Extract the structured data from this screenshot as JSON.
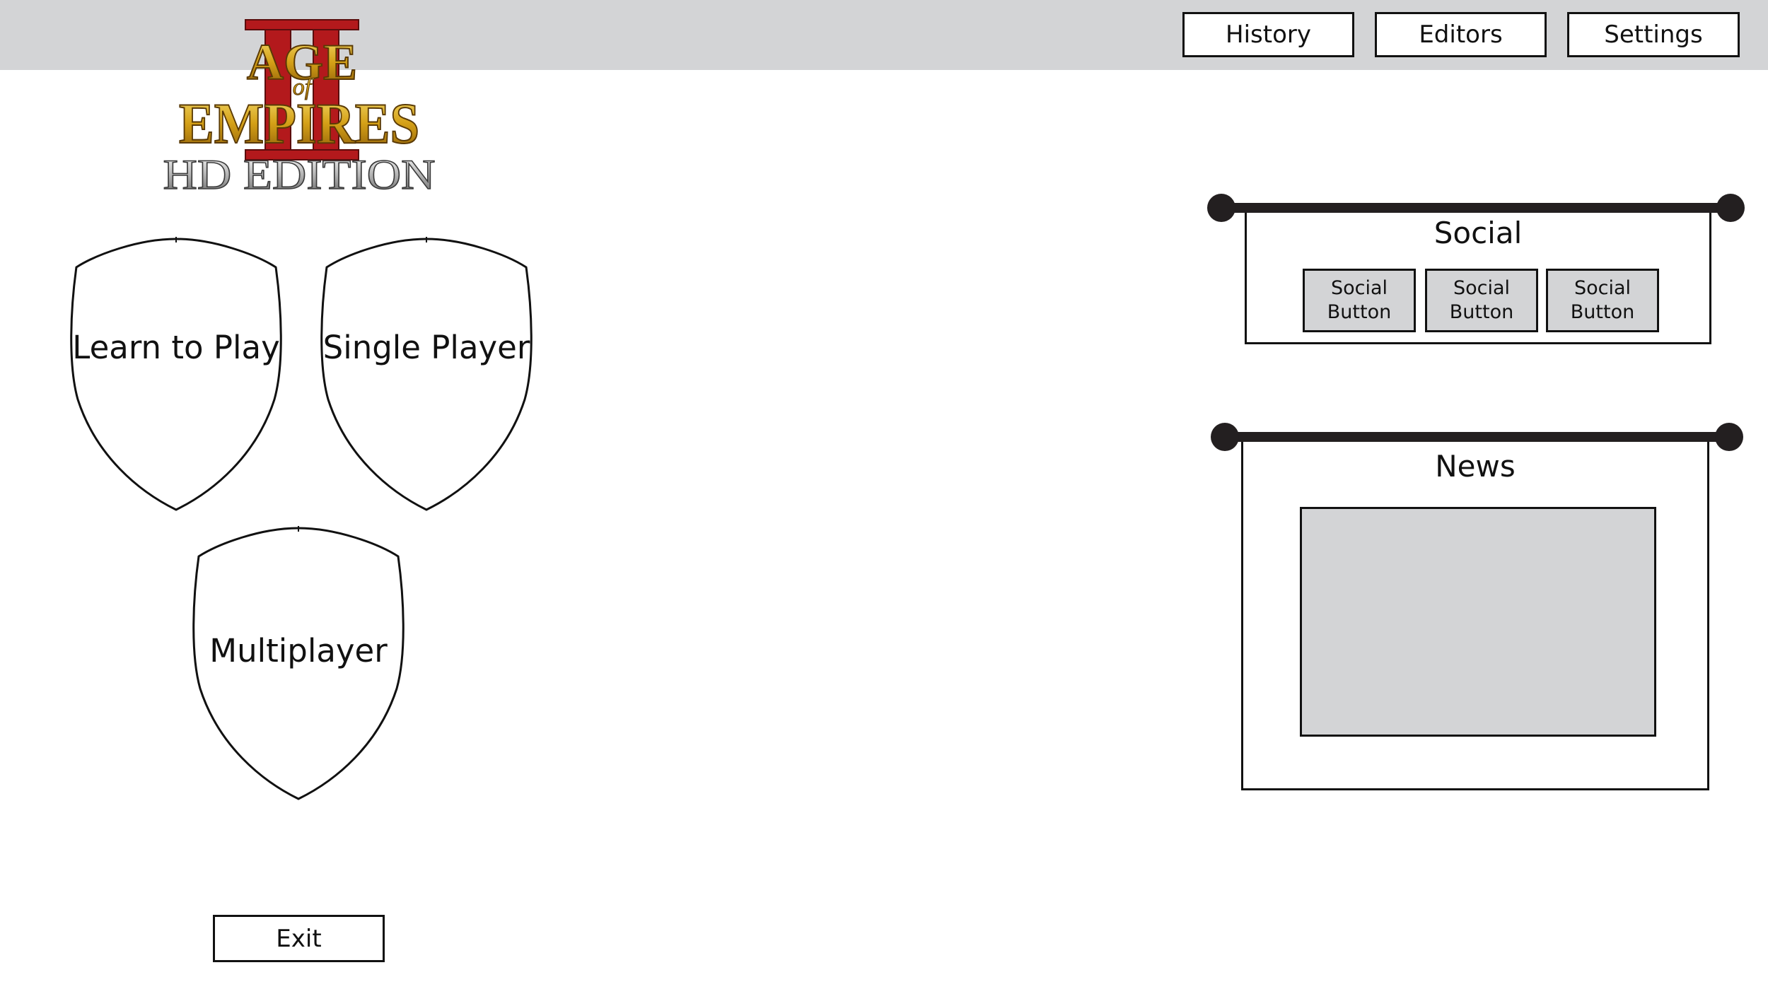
{
  "header": {
    "buttons": [
      {
        "label": "History"
      },
      {
        "label": "Editors"
      },
      {
        "label": "Settings"
      }
    ]
  },
  "logo": {
    "line1": "AGE",
    "line2": "of",
    "line3": "EMPIRES",
    "numeral": "II",
    "line4": "HD EDITION"
  },
  "menu": {
    "learn_to_play": "Learn to Play",
    "single_player": "Single Player",
    "multiplayer": "Multiplayer",
    "exit": "Exit"
  },
  "social": {
    "title": "Social",
    "buttons": [
      {
        "line1": "Social",
        "line2": "Button"
      },
      {
        "line1": "Social",
        "line2": "Button"
      },
      {
        "line1": "Social",
        "line2": "Button"
      }
    ]
  },
  "news": {
    "title": "News"
  },
  "colors": {
    "bar_gray": "#d3d4d6",
    "outline": "#111111",
    "logo_gold": "#d4a017",
    "logo_red": "#b3191c",
    "logo_silver": "#9a9a9a"
  }
}
